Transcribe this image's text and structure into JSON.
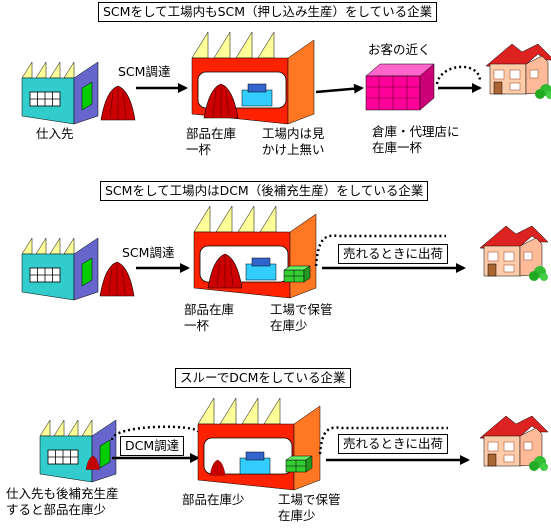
{
  "section1": {
    "title": "SCMをして工場内もSCM（押し込み生産）をしている企業",
    "arrow_label": "SCM調達",
    "supplier_label": "仕入先",
    "parts_label": "部品在庫\n一杯",
    "factory_label": "工場内は見\nかけ上無い",
    "near_customer_label": "お客の近く",
    "warehouse_label": "倉庫・代理店に\n在庫一杯"
  },
  "section2": {
    "title": "SCMをして工場内はDCM（後補充生産）をしている企業",
    "arrow_label": "SCM調達",
    "parts_label": "部品在庫\n一杯",
    "factory_label": "工場で保管\n在庫少",
    "ship_label": "売れるときに出荷"
  },
  "section3": {
    "title": "スルーでDCMをしている企業",
    "arrow_label": "DCM調達",
    "supplier_label": "仕入先も後補充生産\nすると部品在庫少",
    "parts_label": "部品在庫少",
    "factory_label": "工場で保管\n在庫少",
    "ship_label": "売れるときに出荷"
  },
  "colors": {
    "factory_red": "#ff2200",
    "factory_side": "#ff7722",
    "roof_yellow": "#ffff99",
    "supplier_teal": "#33cccc",
    "supplier_purple": "#6666cc",
    "parts_red": "#cc0000",
    "product_blue": "#33ccff",
    "product_green": "#33cc33",
    "warehouse_magenta": "#ff0099",
    "house_pink": "#ffccaa",
    "roof_house_red": "#dd2222"
  }
}
